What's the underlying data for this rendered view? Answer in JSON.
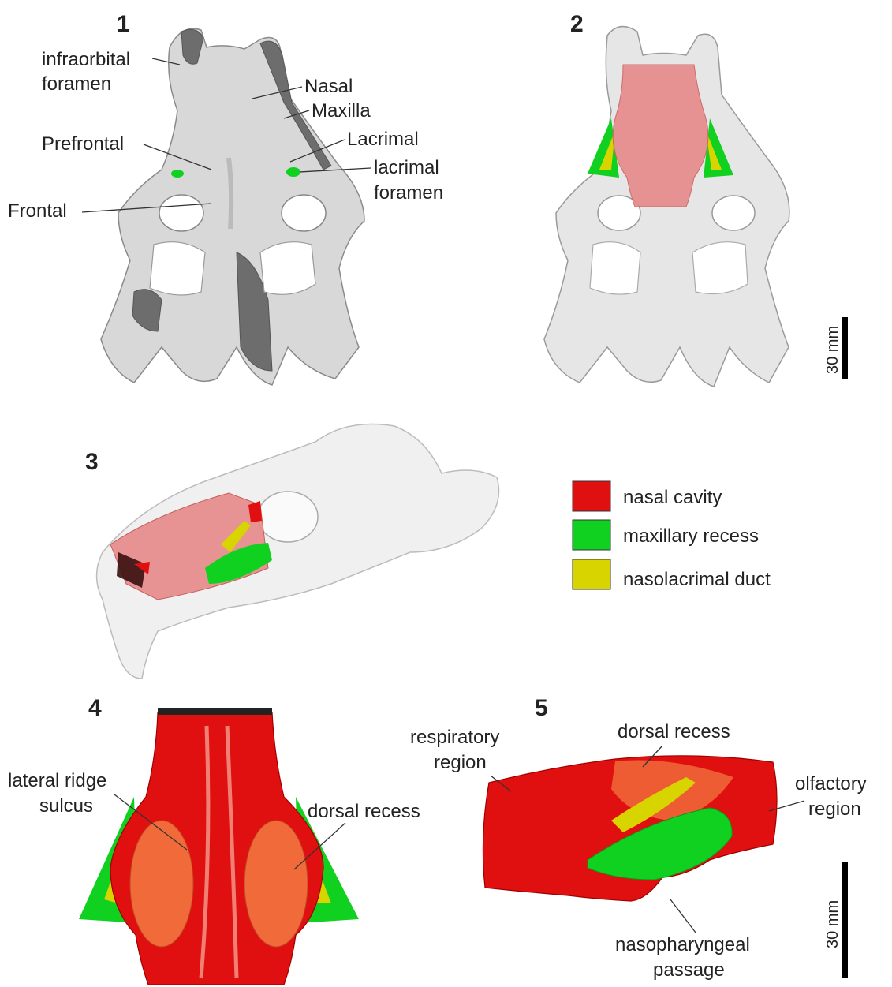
{
  "panels": {
    "p1": "1",
    "p2": "2",
    "p3": "3",
    "p4": "4",
    "p5": "5"
  },
  "labels_panel1": {
    "infraorbital_1": "infraorbital",
    "infraorbital_2": "foramen",
    "nasal": "Nasal",
    "maxilla": "Maxilla",
    "prefrontal": "Prefrontal",
    "lacrimal": "Lacrimal",
    "lacrimal_foramen_1": "lacrimal",
    "lacrimal_foramen_2": "foramen",
    "frontal": "Frontal"
  },
  "scalebars": {
    "top": "30 mm",
    "bottom": "30 mm"
  },
  "legend": {
    "items": [
      {
        "label": "nasal cavity",
        "color": "#e01010"
      },
      {
        "label": "maxillary recess",
        "color": "#10d020"
      },
      {
        "label": "nasolacrimal duct",
        "color": "#d8d400"
      }
    ]
  },
  "labels_panel4": {
    "lateral_ridge_1": "lateral ridge",
    "lateral_ridge_2": "sulcus",
    "dorsal_recess": "dorsal recess"
  },
  "labels_panel5": {
    "respiratory_1": "respiratory",
    "respiratory_2": "region",
    "dorsal_recess": "dorsal recess",
    "olfactory_1": "olfactory",
    "olfactory_2": "region",
    "nasopharyngeal_1": "nasopharyngeal",
    "nasopharyngeal_2": "passage"
  },
  "colors": {
    "nasal_cavity": "#e01010",
    "nasal_cavity_translucent": "#e88a8a",
    "dorsal_recess": "#f06a3a",
    "maxillary_recess": "#10d020",
    "nasolacrimal_duct": "#d8d400"
  }
}
